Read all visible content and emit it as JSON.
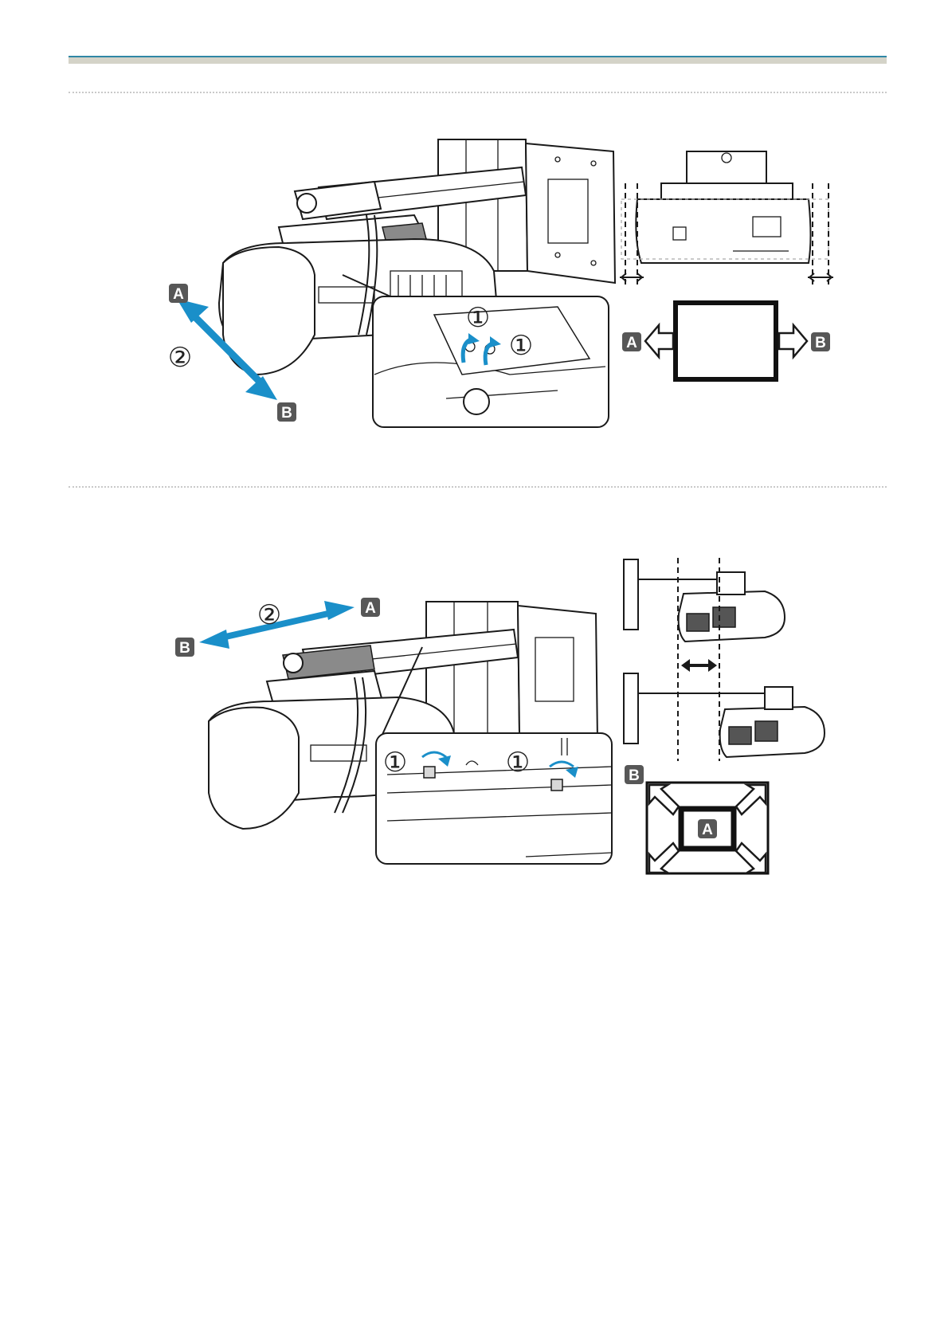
{
  "colors": {
    "header_line": "#2f87a5",
    "header_band": "#d4d3c8",
    "arrow_blue": "#1a8fc9",
    "callout_box": "#575757"
  },
  "figure1": {
    "labels": {
      "a": "A",
      "b": "B",
      "a_right": "A",
      "b_right": "B"
    },
    "steps": {
      "main": "②",
      "inset_top": "①",
      "inset_right": "①"
    }
  },
  "figure2": {
    "labels": {
      "a": "A",
      "b": "B",
      "b_right": "B",
      "a_center": "A"
    },
    "steps": {
      "main": "②",
      "inset_left": "①",
      "inset_right": "①"
    }
  }
}
